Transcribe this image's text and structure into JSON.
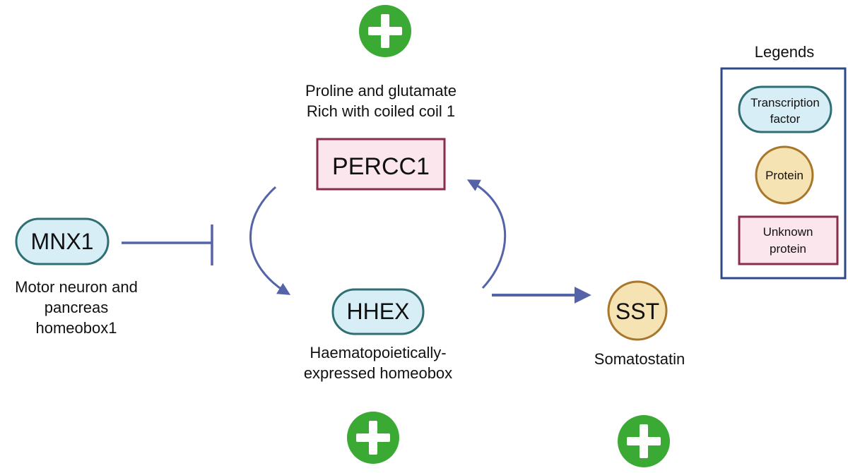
{
  "nodes": {
    "mnx1": {
      "label": "MNX1",
      "full_name": [
        "Motor neuron and",
        "pancreas",
        "homeobox1"
      ]
    },
    "hhex": {
      "label": "HHEX",
      "full_name": [
        "Haematopoietically-",
        "expressed homeobox"
      ]
    },
    "percc1": {
      "label": "PERCC1",
      "full_name": [
        "Proline and glutamate",
        "Rich with coiled coil 1"
      ]
    },
    "sst": {
      "label": "SST",
      "full_name": [
        "Somatostatin"
      ]
    }
  },
  "legend": {
    "title": "Legends",
    "items": [
      {
        "lines": [
          "Transcription",
          "factor"
        ]
      },
      {
        "lines": [
          "Protein"
        ]
      },
      {
        "lines": [
          "Unknown",
          "protein"
        ]
      }
    ]
  },
  "colors": {
    "transcription_factor_fill": "#d7eef7",
    "transcription_factor_border": "#2f6f73",
    "protein_fill": "#f6e3b3",
    "protein_border": "#a8772c",
    "unknown_fill": "#fbe6ee",
    "unknown_border": "#8a2d4a",
    "arrow": "#5563a8",
    "plus_badge": "#3aaa35",
    "legend_border": "#2b4a86"
  },
  "badges": [
    "plus-icon",
    "plus-icon",
    "plus-icon"
  ]
}
